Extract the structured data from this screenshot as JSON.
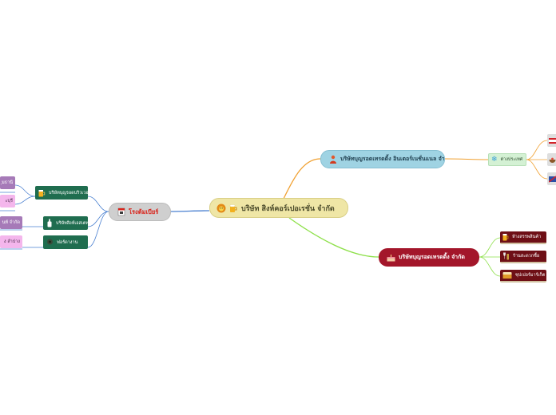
{
  "colors": {
    "central_bg": "#efe6a6",
    "right1_bg": "#9fd3e3",
    "right2_bg": "#a3162a",
    "left_bg": "#cfcfcf",
    "link_orange": "#f0a030",
    "link_green": "#8ee04a",
    "link_blue": "#4a80d0"
  },
  "central": {
    "label": "บริษัท สิงห์คอร์เปอเรชั่น จำกัด",
    "icons": [
      "lion-icon",
      "beer-icon"
    ]
  },
  "right_main_1": {
    "label": "บริษัทบุญรอดเทรดดิ้ง อินเตอร์เนชั่นแนล จำกัด",
    "icon": "person-icon"
  },
  "foreign": {
    "label": "ต่างประเทศ",
    "icon": "snowflake-icon"
  },
  "right_leaves": [
    {
      "icon": "flag-icon"
    },
    {
      "icon": "bowl-icon"
    },
    {
      "icon": "flag-icon"
    }
  ],
  "right_main_2": {
    "label": "บริษัทบุญรอดเทรดดิ้ง จำกัด",
    "icon": "cake-icon"
  },
  "right_subs": [
    {
      "label": "ห้างสรรพสินค้า",
      "icon": "beer-icon"
    },
    {
      "label": "ร้านสะดวกซื้อ",
      "icon": "wine-icon"
    },
    {
      "label": "ซุปเปอร์มาร์เก็ต",
      "icon": "beer-icon"
    }
  ],
  "left_main": {
    "label": "โรงต้มเบียร์",
    "icon": "factory-icon"
  },
  "left_subs": [
    {
      "label": "บริษัทบุญรอดบริวเวอรี่",
      "icon": "beer-icon"
    },
    {
      "label": "บริษัทสิงห์เอสเตท",
      "icon": "bottle-icon"
    },
    {
      "label": "ฟอร์ดางาน",
      "icon": "pin-icon"
    }
  ],
  "left_leaves": [
    {
      "label": "ุมธานี"
    },
    {
      "label": "ะบุรี"
    },
    {
      "label": "นท์ จำกัด"
    },
    {
      "label": "ง ลำปาง"
    }
  ]
}
